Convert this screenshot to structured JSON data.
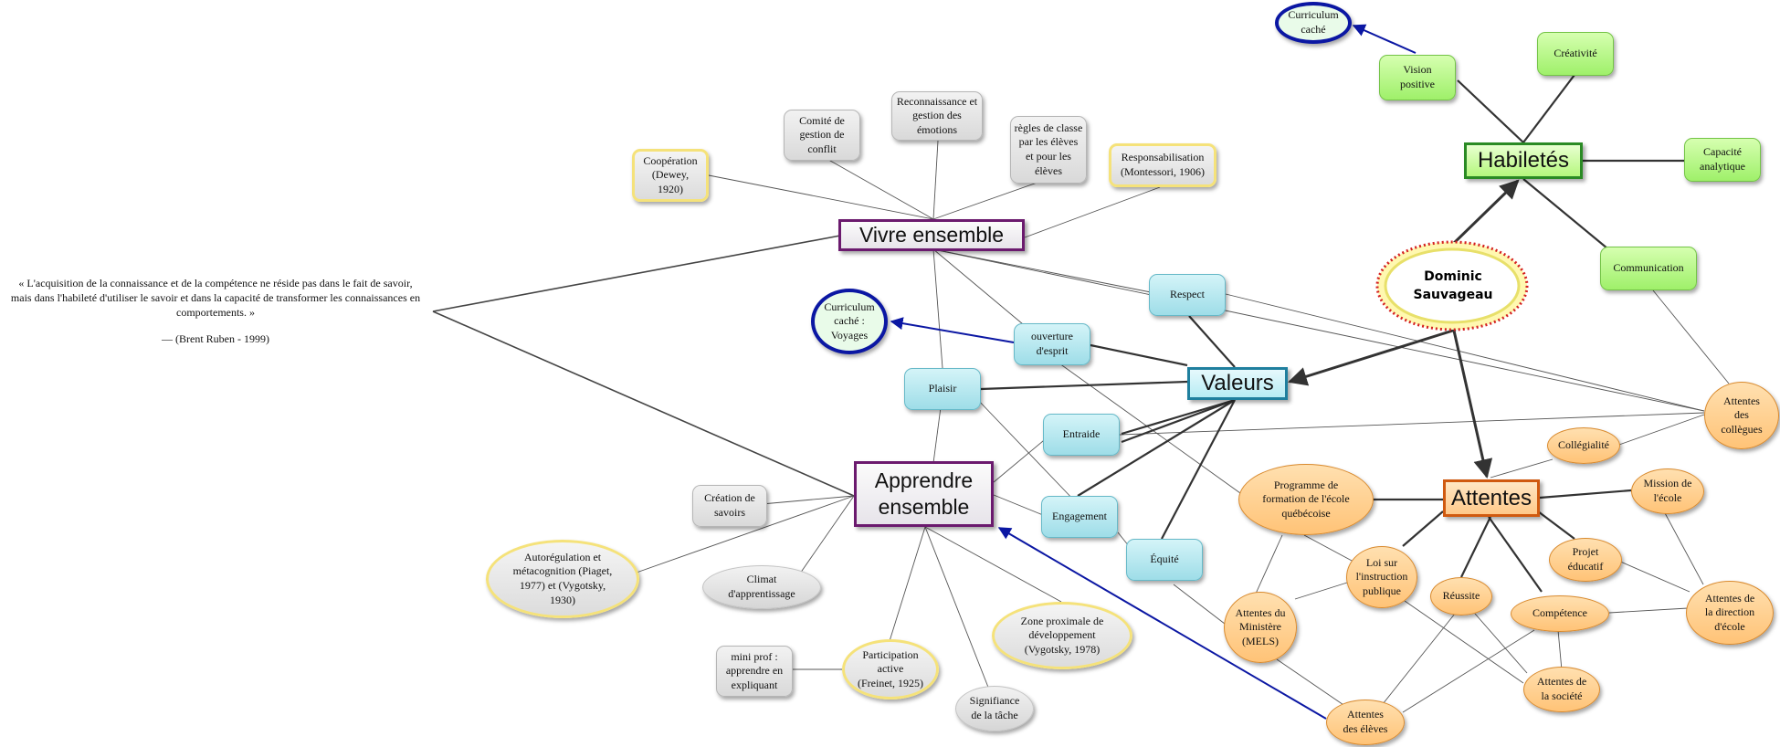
{
  "quote": {
    "text": "« L'acquisition de la connaissance et de la compétence ne réside pas dans le fait de savoir, mais dans l'habileté d'utiliser le savoir et dans la capacité de transformer les connaissances en comportements. »",
    "author": "— (Brent Ruben - 1999)"
  },
  "central": {
    "name_line1": "Dominic",
    "name_line2": "Sauvageau"
  },
  "main_topics": {
    "vivre": "Vivre ensemble",
    "apprendre": "Apprendre\nensemble",
    "valeurs": "Valeurs",
    "habiletes": "Habiletés",
    "attentes": "Attentes"
  },
  "vivre_ensemble": {
    "cooperation": "Coopération\n(Dewey,\n1920)",
    "comite": "Comité de\ngestion de\nconflit",
    "reconnaissance": "Reconnaissance et\ngestion des\némotions",
    "regles": "règles de classe\npar les élèves\net pour les\nélèves",
    "responsabilisation": "Responsabilisation\n(Montessori, 1906)"
  },
  "apprendre_ensemble": {
    "creation": "Création de\nsavoirs",
    "autoregulation": "Autorégulation et\nmétacognition (Piaget,\n1977) et (Vygotsky,\n1930)",
    "climat": "Climat\nd'apprentissage",
    "mini_prof": "mini prof :\napprendre en\nexpliquant",
    "participation": "Participation\nactive\n(Freinet, 1925)",
    "signifiance": "Signifiance\nde la tâche",
    "zone": "Zone proximale de\ndéveloppement\n(Vygotsky, 1978)"
  },
  "valeurs": {
    "respect": "Respect",
    "ouverture": "ouverture\nd'esprit",
    "plaisir": "Plaisir",
    "entraide": "Entraide",
    "engagement": "Engagement",
    "equite": "Équité",
    "curriculum_voyages": "Curriculum\ncaché :\nVoyages"
  },
  "habiletes": {
    "vision": "Vision\npositive",
    "creativite": "Créativité",
    "capacite": "Capacité\nanalytique",
    "communication": "Communication",
    "curriculum_cache": "Curriculum\ncaché"
  },
  "attentes": {
    "programme": "Programme de\nformation de l'école\nquébécoise",
    "loi": "Loi sur\nl'instruction\npublique",
    "ministere": "Attentes du\nMinistère\n(MELS)",
    "reussite": "Réussite",
    "competence": "Compétence",
    "projet": "Projet\néducatif",
    "mission": "Mission de\nl'école",
    "collegialite": "Collégialité",
    "collegues": "Attentes\ndes\ncollègues",
    "direction": "Attentes de\nla direction\nd'école",
    "societe": "Attentes de\nla société",
    "eleves": "Attentes\ndes élèves"
  },
  "colors": {
    "line": "#444444",
    "arrow_dark": "#333333",
    "arrow_blue": "#0b17a3",
    "cloud_fill": "#fff8b0",
    "cloud_border": "#d42020"
  }
}
